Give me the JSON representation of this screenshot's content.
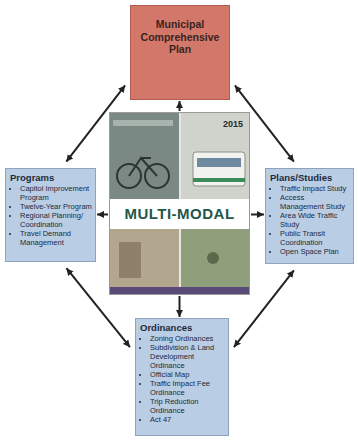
{
  "diagram": {
    "nodes": [
      {
        "text": [
          "Municipal Comprehensive Plan"
        ]
      },
      {
        "text": [
          "Programs",
          "Capitol Improvement Program",
          "Twelve-Year Program",
          "Regional Planning/ Coordination",
          "Travel Demand Management"
        ]
      },
      {
        "text": [
          "2015",
          "MULTI-MODAL"
        ]
      },
      {
        "text": [
          "Plans/Studies",
          "Traffic Impact Study",
          "Access Management Study",
          "Area Wide Traffic Study",
          "Public Transit Coordination",
          "Open Space Plan"
        ]
      },
      {
        "text": [
          "Ordinances",
          "Zoning Ordinances",
          "Subdivision & Land Development Ordinance",
          "Official Map",
          "Traffic Impact Fee Ordinance",
          "Trip Reduction Ordinance",
          "Act 47"
        ]
      }
    ],
    "edges": [
      {
        "from": 2,
        "to": 0,
        "arrow": "to"
      },
      {
        "from": 2,
        "to": 1,
        "arrow": "to"
      },
      {
        "from": 2,
        "to": 3,
        "arrow": "to"
      },
      {
        "from": 2,
        "to": 4,
        "arrow": "to"
      },
      {
        "from": 0,
        "to": 1,
        "arrow": "both"
      },
      {
        "from": 0,
        "to": 3,
        "arrow": "both"
      },
      {
        "from": 1,
        "to": 4,
        "arrow": "both"
      },
      {
        "from": 3,
        "to": 4,
        "arrow": "both"
      }
    ]
  }
}
